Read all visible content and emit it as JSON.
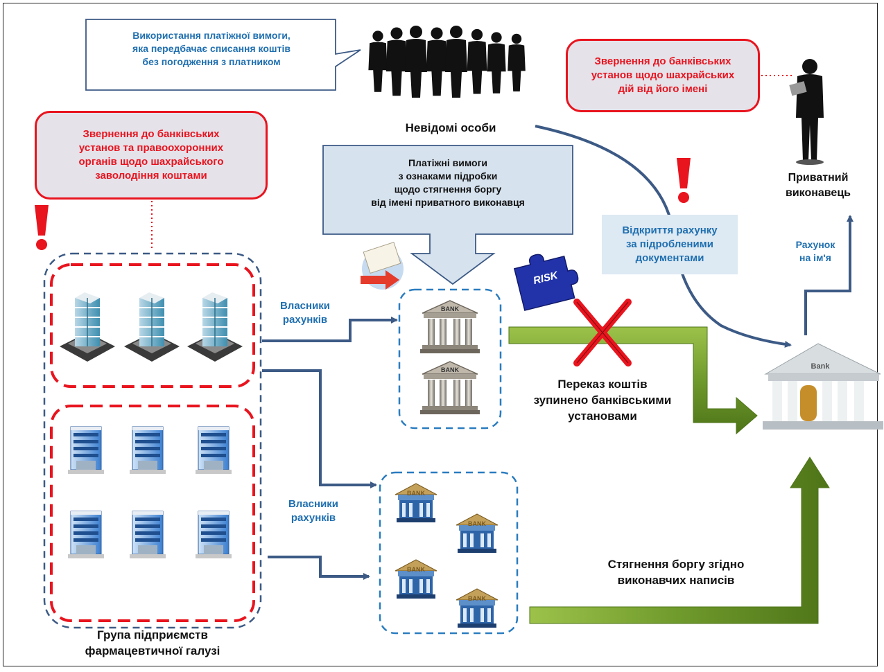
{
  "callout_top": "Використання платіжної вимоги,\nяка передбачає списання коштів\nбез погодження з платником",
  "callout_left_red": "Звернення до банківських\nустанов та правоохоронних\nорганів щодо шахрайського\nзаволодіння коштами",
  "callout_right_red": "Звернення до банківських\nустанов щодо шахрайських\nдій від його імені",
  "unknown_persons": "Невідомі особи",
  "payment_demands_box": "Платіжні вимоги\nз ознаками підробки\nщодо стягнення боргу\nвід  імені приватного виконавця",
  "private_executor": "Приватний\nвиконавець",
  "open_account": "Відкриття рахунку\nза підробленими\nдокументами",
  "account_in_name": "Рахунок\nна ім'я",
  "account_owners_1": "Власники\nрахунків",
  "account_owners_2": "Власники\nрахунків",
  "transfer_stopped": "Переказ коштів\nзупинено банківськими\nустановами",
  "debt_collection": "Стягнення боргу згідно\nвиконавчих написів",
  "group_label": "Група підприємств\nфармацевтичної галузі",
  "risk_label": "RISK",
  "bank_word": "BANK",
  "bank_word_right": "Bank",
  "colors": {
    "red": "#e8141e",
    "blue": "#1f5fa8",
    "green": "#6f9a2c",
    "navy": "#3c5a85"
  }
}
